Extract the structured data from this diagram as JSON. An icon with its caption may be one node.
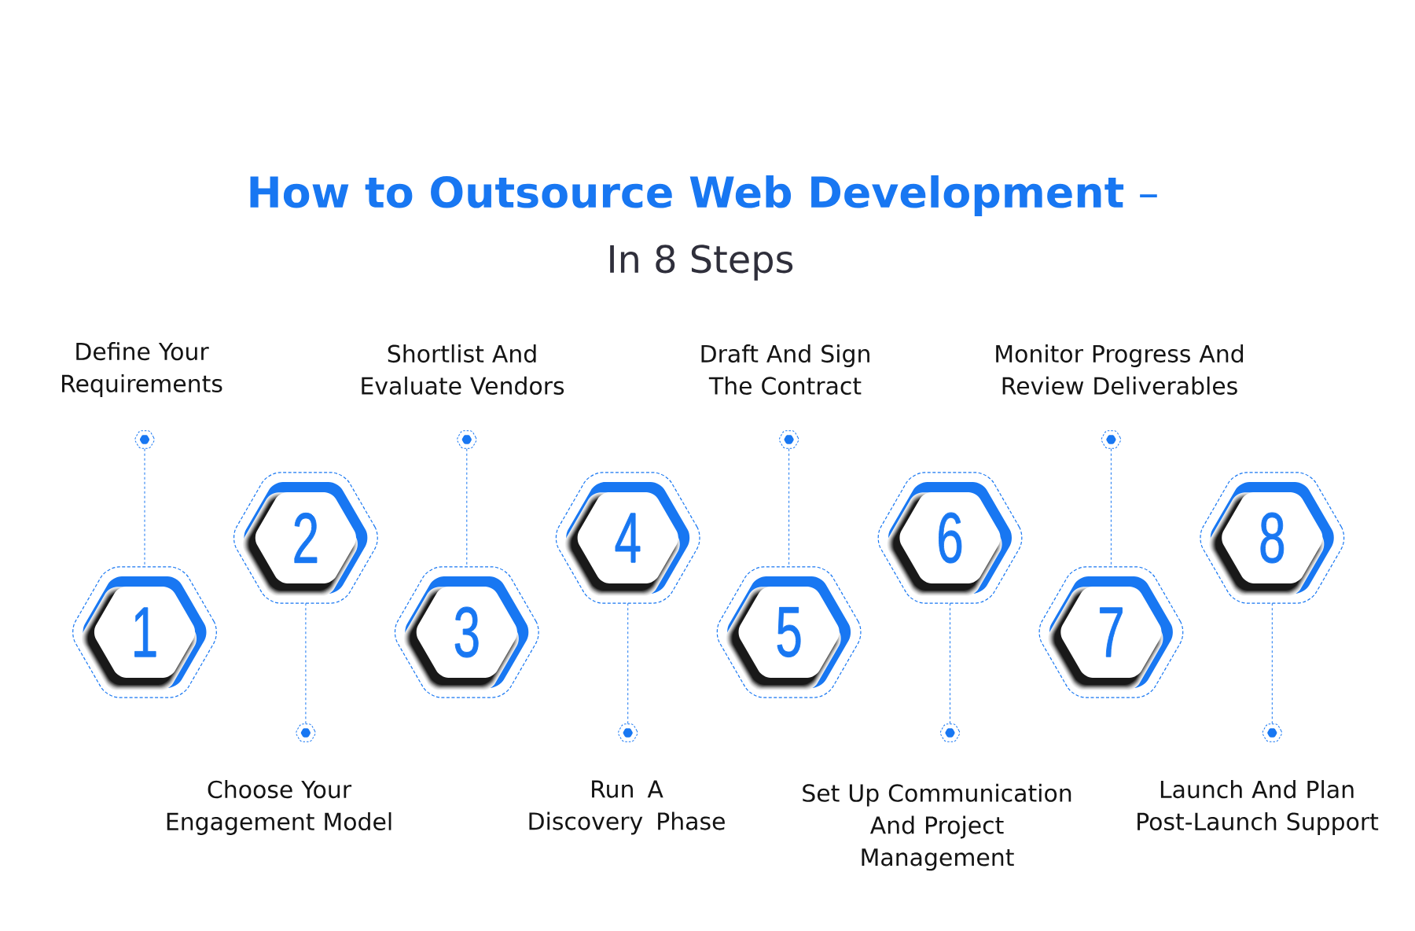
{
  "diagram": {
    "title": "**How to Outsource Web Development** –",
    "nodes": [
      {
        "text": [
          "1"
        ]
      },
      {
        "text": [
          "2"
        ]
      },
      {
        "text": [
          "3"
        ]
      },
      {
        "text": [
          "4"
        ]
      },
      {
        "text": [
          "5"
        ]
      },
      {
        "text": [
          "6"
        ]
      },
      {
        "text": [
          "7"
        ]
      },
      {
        "text": [
          "8"
        ]
      },
      {
        "text": [],
        "shape": "hexagon",
        "beside": [
          "Define Your Requirements"
        ]
      },
      {
        "text": [],
        "shape": "hexagon",
        "beside": [
          "Choose Your Engagement Model"
        ]
      },
      {
        "text": [],
        "shape": "hexagon",
        "beside": [
          "Shortlist And Evaluate Vendors"
        ]
      },
      {
        "text": [],
        "shape": "hexagon",
        "beside": [
          "Run A Discovery Phase"
        ]
      },
      {
        "text": [],
        "shape": "hexagon",
        "beside": [
          "Draft And Sign The Contract"
        ]
      },
      {
        "text": [],
        "shape": "hexagon",
        "beside": [
          "Set Up Communication And Project Management"
        ]
      },
      {
        "text": [],
        "shape": "hexagon",
        "beside": [
          "Monitor Progress And Review Deliverables"
        ]
      },
      {
        "text": [],
        "shape": "hexagon",
        "beside": [
          "Launch And Plan Post-Launch Support"
        ]
      }
    ],
    "edges": [
      {
        "from": 8,
        "to": 0,
        "arrow": "none",
        "style": "dashed"
      },
      {
        "from": 9,
        "to": 1,
        "arrow": "none",
        "style": "dashed"
      },
      {
        "from": 10,
        "to": 2,
        "arrow": "none",
        "style": "dashed"
      },
      {
        "from": 11,
        "to": 3,
        "arrow": "none",
        "style": "dashed"
      },
      {
        "from": 12,
        "to": 4,
        "arrow": "none",
        "style": "dashed"
      },
      {
        "from": 13,
        "to": 5,
        "arrow": "none",
        "style": "dashed"
      },
      {
        "from": 14,
        "to": 6,
        "arrow": "none",
        "style": "dashed"
      },
      {
        "from": 15,
        "to": 7,
        "arrow": "none",
        "style": "dashed"
      }
    ],
    "labels": [
      "In 8 Steps"
    ]
  }
}
